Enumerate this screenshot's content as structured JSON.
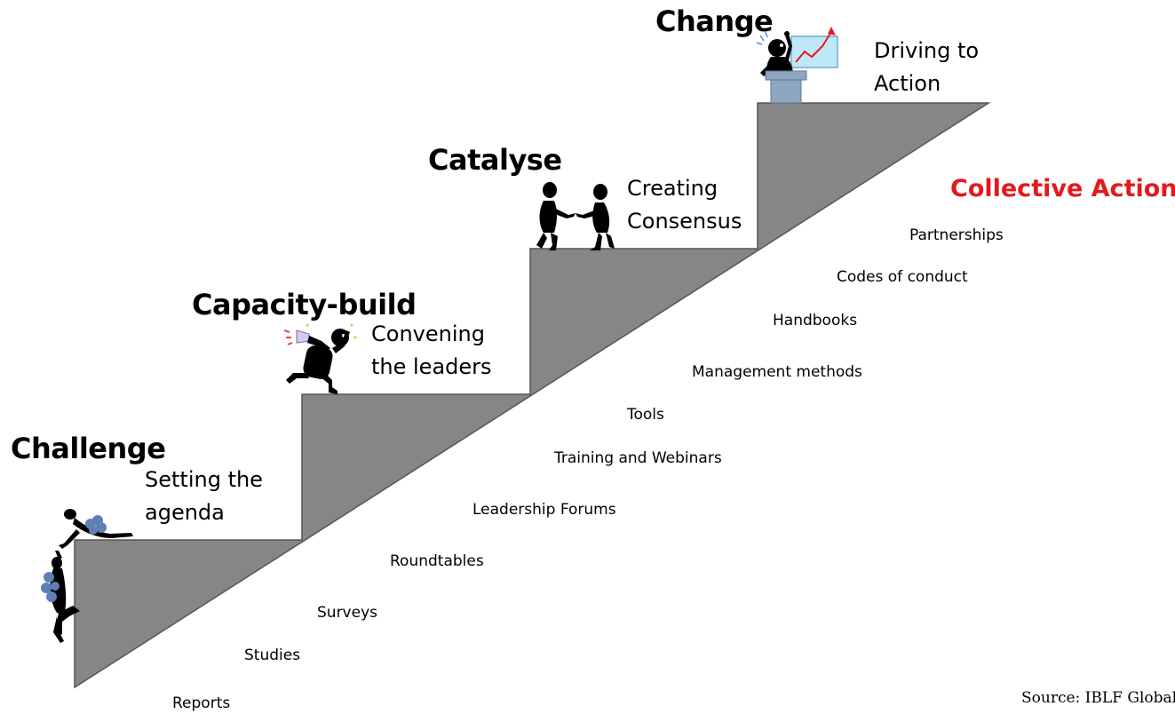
{
  "stages": [
    {
      "title": "Challenge",
      "desc": [
        "Setting the",
        "agenda"
      ]
    },
    {
      "title": "Capacity-build",
      "desc": [
        "Convening",
        "the leaders"
      ]
    },
    {
      "title": "Catalyse",
      "desc": [
        "Creating",
        "Consensus"
      ]
    },
    {
      "title": "Change",
      "desc": [
        "Driving to",
        "Action"
      ]
    }
  ],
  "collective_action": {
    "label": "Collective Action",
    "color": "#e31a1c"
  },
  "activities": [
    "Reports",
    "Studies",
    "Surveys",
    "Roundtables",
    "Leadership Forums",
    "Training and Webinars",
    "Tools",
    "Management methods",
    "Handbooks",
    "Codes of conduct",
    "Partnerships"
  ],
  "source": "Source: IBLF Global",
  "colors": {
    "stairs": "#868686",
    "figure": "#000000",
    "screen": "#bfe8f7",
    "podium": "#8ea6bf",
    "backpack": "#5f7fb5"
  },
  "icons": [
    "climbers-figure",
    "megaphone-figure",
    "handshake-figures",
    "presenter-figure"
  ]
}
